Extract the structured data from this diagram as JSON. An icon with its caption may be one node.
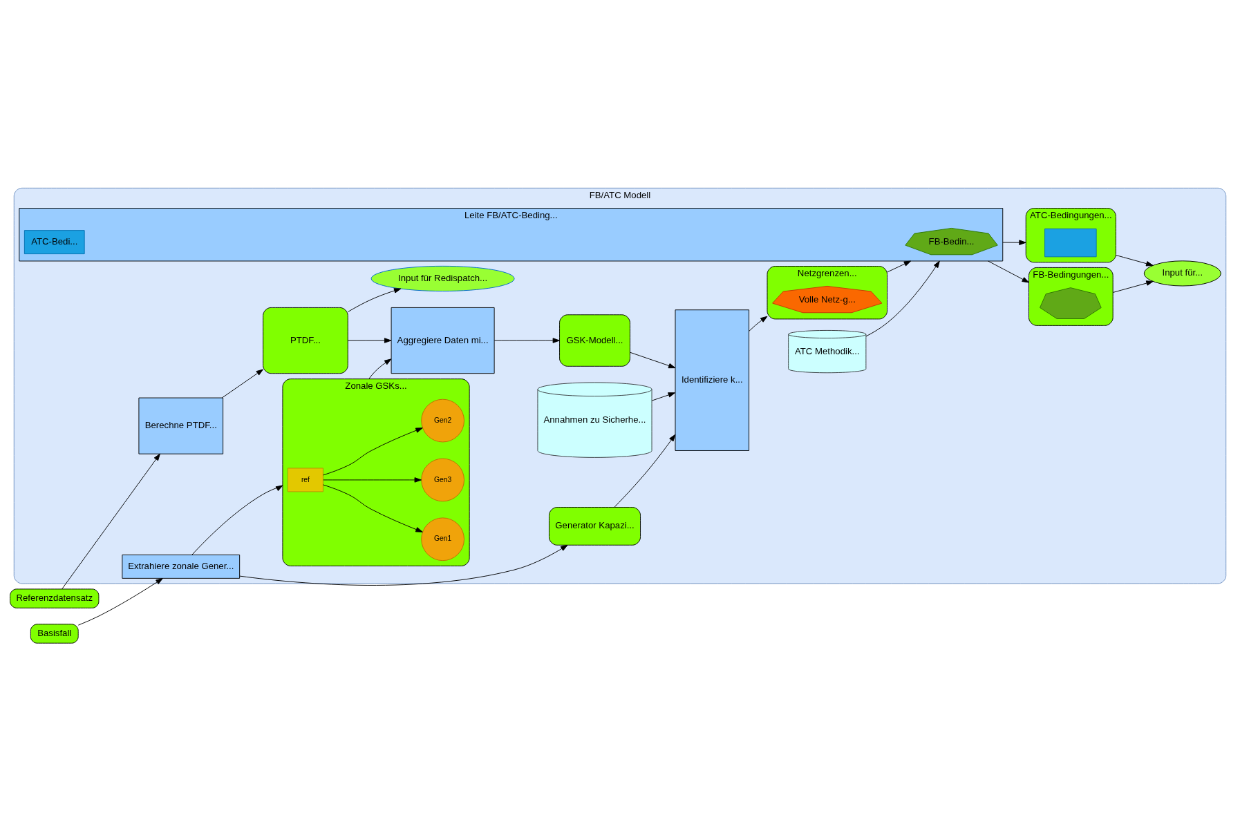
{
  "diagram": {
    "nodes": [
      {
        "text": [
          "FB/ATC Modell"
        ]
      },
      {
        "text": [
          "Referenzdatensatz"
        ]
      },
      {
        "text": [
          "Basisfall"
        ]
      },
      {
        "text": [
          "Berechne PTDF..."
        ],
        "in": 0
      },
      {
        "text": [
          "PTDF..."
        ],
        "in": 0
      },
      {
        "text": [
          "Input für Redispatch..."
        ],
        "in": 0
      },
      {
        "text": [
          "Extrahiere zonale Gener..."
        ],
        "in": 0
      },
      {
        "text": [
          "Zonale GSKs..."
        ],
        "in": 0
      },
      {
        "text": [
          "ref"
        ],
        "in": 7
      },
      {
        "text": [
          "Gen1"
        ],
        "in": 7
      },
      {
        "text": [
          "Gen3"
        ],
        "in": 7
      },
      {
        "text": [
          "Gen2"
        ],
        "in": 7
      },
      {
        "text": [
          "Aggregiere Daten mi..."
        ],
        "in": 0
      },
      {
        "text": [
          "GSK-Modell..."
        ],
        "in": 0
      },
      {
        "text": [
          "Generator Kapazi..."
        ],
        "in": 0
      },
      {
        "text": [
          "Identifiziere k..."
        ],
        "in": 0
      },
      {
        "text": [
          "Netzgrenzen..."
        ],
        "in": 0
      },
      {
        "text": [
          "Volle Netz-g..."
        ],
        "in": 16
      },
      {
        "text": [
          "Leite FB/ATC-Beding..."
        ],
        "in": 0
      },
      {
        "text": [
          "FB-Bedin..."
        ],
        "in": 18
      },
      {
        "text": [
          "ATC-Bedi..."
        ],
        "in": 18
      },
      {
        "text": [
          "FB-Bedingungen..."
        ],
        "in": 0
      },
      {
        "text": [],
        "shape": "polygon",
        "in": 21
      },
      {
        "text": [
          "ATC-Bedingungen..."
        ],
        "in": 0
      },
      {
        "text": [],
        "shape": "box",
        "in": 23
      },
      {
        "text": [
          "Input für..."
        ],
        "in": 0
      },
      {
        "text": [
          "Annahmen zu Sicherhe..."
        ],
        "in": 0
      },
      {
        "text": [
          "ATC Methodik..."
        ],
        "in": 0
      }
    ],
    "edges": [
      {
        "from": 1,
        "to": 3,
        "arrow": "to"
      },
      {
        "from": 3,
        "to": 4,
        "arrow": "to"
      },
      {
        "from": 4,
        "to": 5,
        "arrow": "to"
      },
      {
        "from": 4,
        "to": 12,
        "arrow": "to"
      },
      {
        "from": 2,
        "to": 6,
        "arrow": "to"
      },
      {
        "from": 6,
        "to": 7,
        "arrow": "to"
      },
      {
        "from": 8,
        "to": 9,
        "arrow": "to"
      },
      {
        "from": 8,
        "to": 10,
        "arrow": "to"
      },
      {
        "from": 8,
        "to": 11,
        "arrow": "to"
      },
      {
        "from": 7,
        "to": 12,
        "arrow": "to"
      },
      {
        "from": 12,
        "to": 13,
        "arrow": "to"
      },
      {
        "from": 6,
        "to": 14,
        "arrow": "to"
      },
      {
        "from": 13,
        "to": 15,
        "arrow": "to"
      },
      {
        "from": 14,
        "to": 15,
        "arrow": "to"
      },
      {
        "from": 26,
        "to": 15,
        "arrow": "to"
      },
      {
        "from": 15,
        "to": 16,
        "arrow": "to"
      },
      {
        "from": 16,
        "to": 18,
        "arrow": "to"
      },
      {
        "from": 27,
        "to": 18,
        "arrow": "to"
      },
      {
        "from": 18,
        "to": 21,
        "arrow": "to"
      },
      {
        "from": 18,
        "to": 23,
        "arrow": "to"
      },
      {
        "from": 21,
        "to": 25,
        "arrow": "to"
      },
      {
        "from": 23,
        "to": 25,
        "arrow": "to"
      }
    ]
  }
}
